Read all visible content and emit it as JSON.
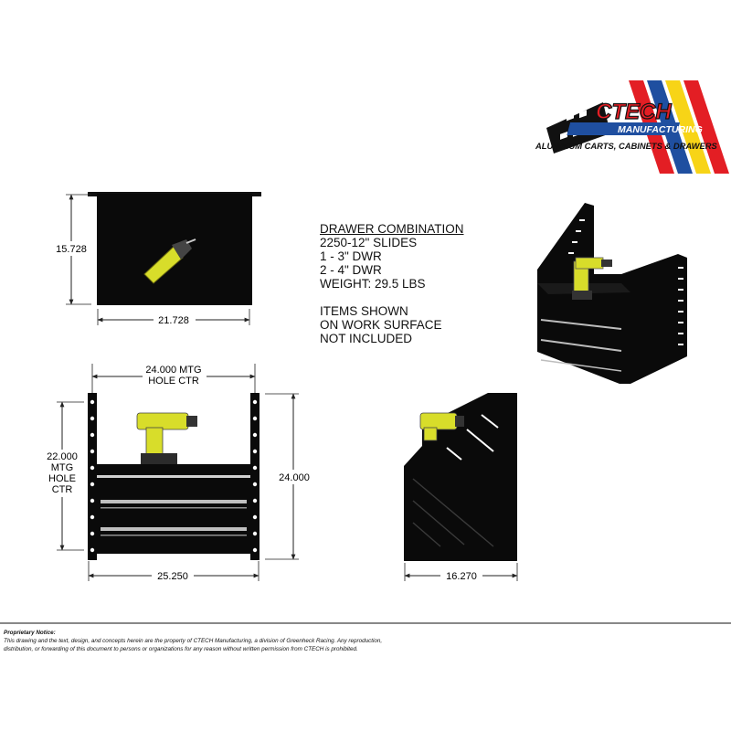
{
  "brand": {
    "name": "CTECH",
    "sub": "MANUFACTURING",
    "tagline": "ALUMINUM CARTS, CABINETS & DRAWERS",
    "colors": {
      "red": "#e31e24",
      "blue": "#1f4fa0",
      "yellow": "#f7d417",
      "black": "#111111"
    }
  },
  "spec": {
    "heading": "DRAWER COMBINATION",
    "lines": [
      "2250-12\" SLIDES",
      "1 - 3\" DWR",
      "2 - 4\" DWR",
      "WEIGHT: 29.5 LBS"
    ],
    "note_lines": [
      "ITEMS SHOWN",
      "ON WORK SURFACE",
      "NOT INCLUDED"
    ]
  },
  "dims": {
    "top_height": "15.728",
    "top_width": "21.728",
    "front_mtg_width": [
      "24.000 MTG",
      "HOLE CTR"
    ],
    "front_mtg_height": [
      "22.000",
      "MTG",
      "HOLE",
      "CTR"
    ],
    "front_height": "24.000",
    "front_width": "25.250",
    "side_depth": "16.270"
  },
  "notice": {
    "title": "Proprietary Notice:",
    "text_1": "This drawing and the text, design, and concepts herein are the property of CTECH Manufacturing, a division of Greenheck Racing. Any reproduction,",
    "text_2": "distribution, or forwarding of this document to persons or organizations for any reason without written permission from CTECH is prohibited."
  },
  "colors": {
    "cabinet": "#0a0a0a",
    "drill": "#d8dd2a",
    "stripe": "#cfcfcf",
    "line": "#222222"
  }
}
